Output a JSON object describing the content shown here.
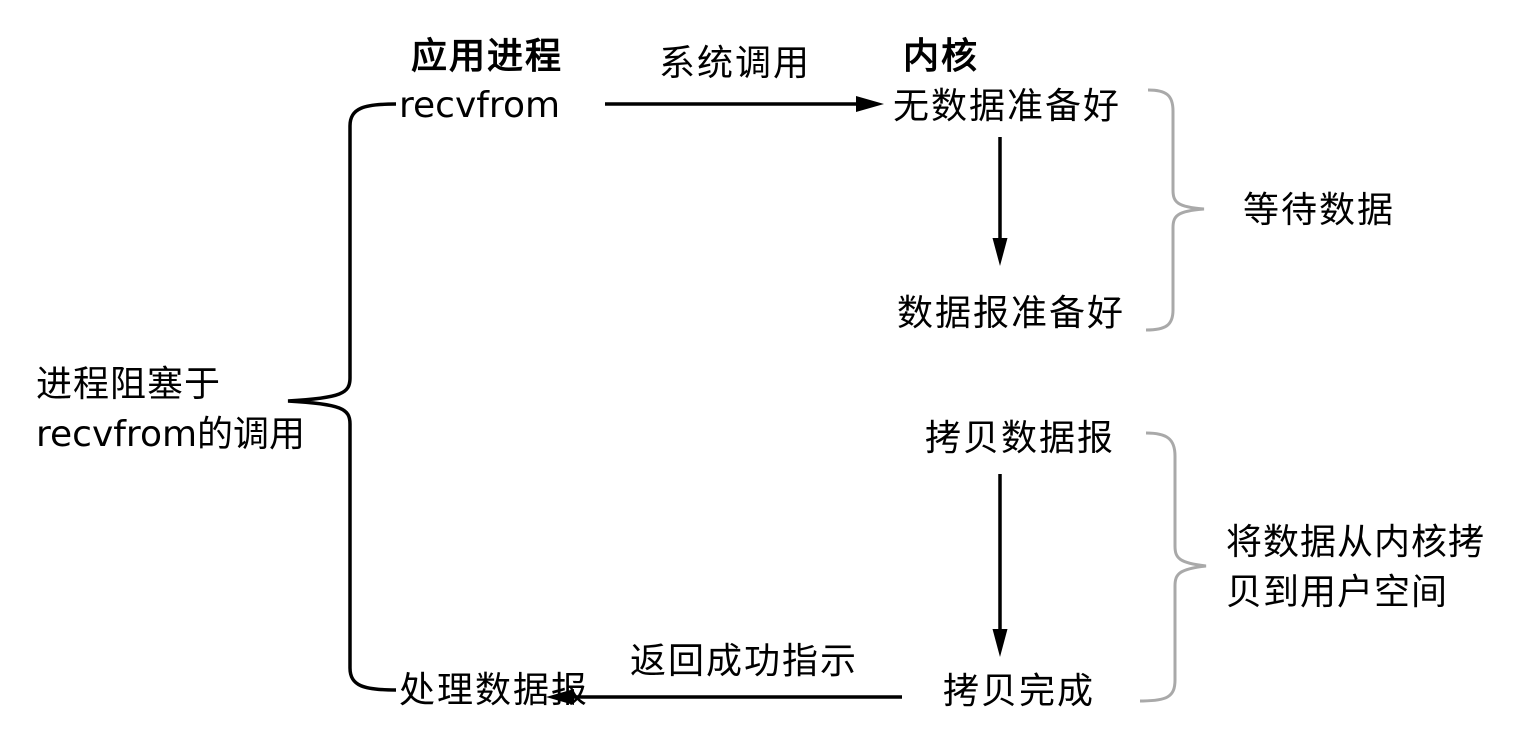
{
  "diagram": {
    "title_semantic": "blocking-io-model",
    "columns": {
      "app_header": "应用进程",
      "kernel_header": "内核"
    },
    "nodes": {
      "recvfrom": "recvfrom",
      "no_data_ready": "无数据准备好",
      "datagram_ready": "数据报准备好",
      "copy_datagram": "拷贝数据报",
      "copy_complete": "拷贝完成",
      "process_datagram": "处理数据报"
    },
    "edges": {
      "system_call": "系统调用",
      "return_ok": "返回成功指示"
    },
    "annotations": {
      "wait_for_data": "等待数据",
      "copy_note_line1": "将数据从内核拷",
      "copy_note_line2": "贝到用户空间",
      "blocked_note_line1": "进程阻塞于",
      "blocked_note_line2": "recvfrom的调用"
    },
    "colors": {
      "line": "#000000",
      "brace": "#a9a9a9",
      "text": "#000000",
      "background": "#ffffff"
    }
  }
}
